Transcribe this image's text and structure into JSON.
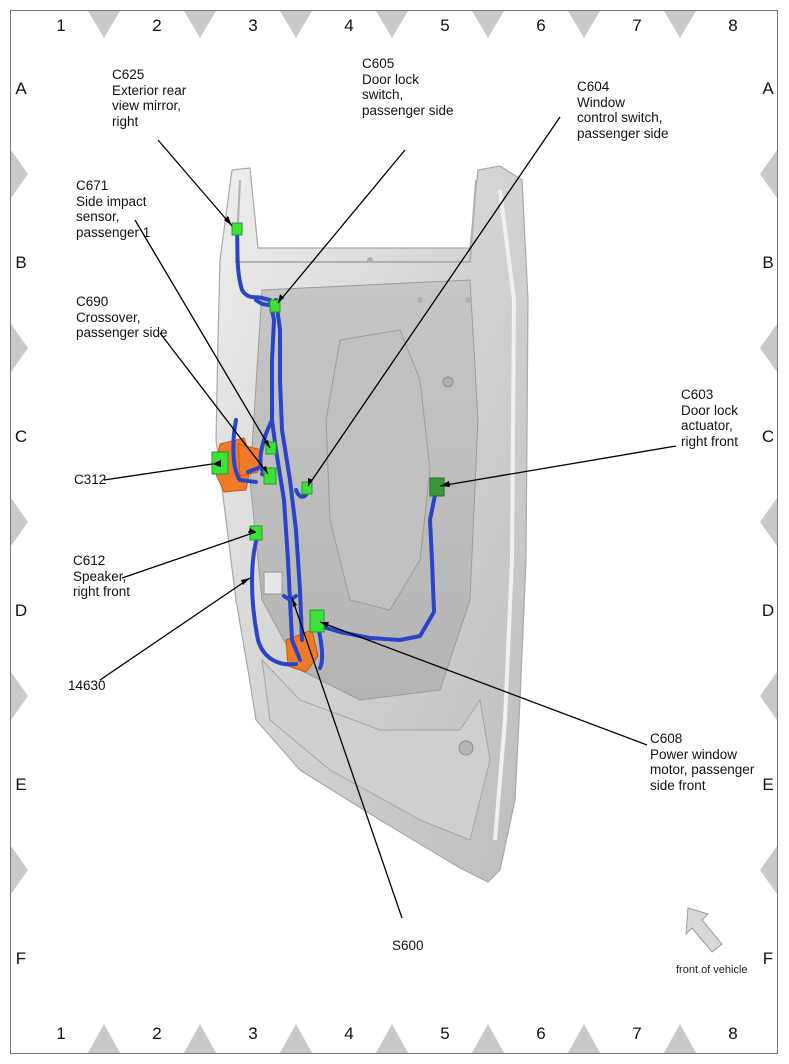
{
  "grid": {
    "columns": [
      "1",
      "2",
      "3",
      "4",
      "5",
      "6",
      "7",
      "8"
    ],
    "rows": [
      "A",
      "B",
      "C",
      "D",
      "E",
      "F"
    ]
  },
  "callouts": [
    {
      "id": "c625",
      "code": "C625",
      "desc": "Exterior rear\nview mirror,\nright"
    },
    {
      "id": "c605",
      "code": "C605",
      "desc": "Door lock\nswitch,\npassenger side"
    },
    {
      "id": "c604",
      "code": "C604",
      "desc": "Window\ncontrol switch,\npassenger side"
    },
    {
      "id": "c671",
      "code": "C671",
      "desc": "Side impact\nsensor,\npassenger 1"
    },
    {
      "id": "c690",
      "code": "C690",
      "desc": "Crossover,\npassenger side"
    },
    {
      "id": "c312",
      "code": "C312",
      "desc": ""
    },
    {
      "id": "c603",
      "code": "C603",
      "desc": "Door lock\nactuator,\nright front"
    },
    {
      "id": "c612",
      "code": "C612",
      "desc": "Speaker,\nright front"
    },
    {
      "id": "p14630",
      "code": "14630",
      "desc": ""
    },
    {
      "id": "c608",
      "code": "C608",
      "desc": "Power window\nmotor, passenger\nside front"
    },
    {
      "id": "s600",
      "code": "S600",
      "desc": ""
    }
  ],
  "front_label": "front of vehicle",
  "colors": {
    "harness": "#2a44c8",
    "connector": "#3ee03a",
    "clip": "#f07a2a",
    "door_panel": "#d6d6d6",
    "leader": "#000000",
    "grid_marker": "#c8c8c8"
  }
}
